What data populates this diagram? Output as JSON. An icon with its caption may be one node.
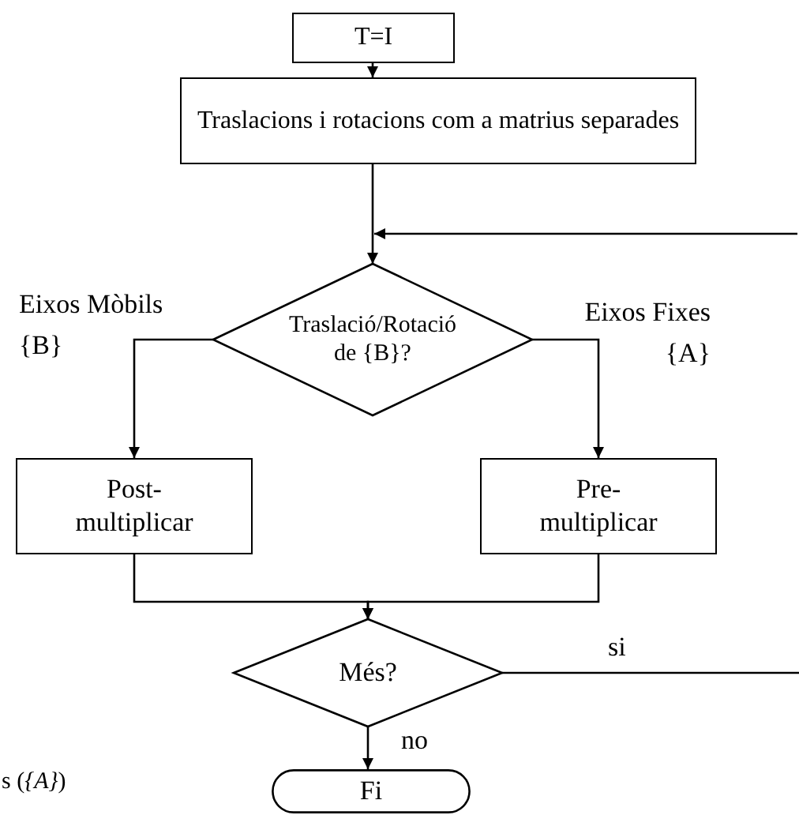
{
  "diagram": {
    "nodes": [
      {
        "text": [
          "T=I"
        ]
      },
      {
        "text": [
          "Traslacions i rotacions com a matrius separades"
        ]
      },
      {
        "text": [
          "Traslació/Rotació de {B}?"
        ]
      },
      {
        "text": [
          "Post- multiplicar"
        ]
      },
      {
        "text": [
          "Pre- multiplicar"
        ]
      },
      {
        "text": [
          "Més?"
        ]
      },
      {
        "text": [
          "Fi"
        ]
      }
    ],
    "edges": [
      {
        "from": 0,
        "to": 1,
        "arrow": "to"
      },
      {
        "from": 1,
        "to": 2,
        "arrow": "to"
      },
      {
        "from": null,
        "to": 2,
        "arrow": "to"
      },
      {
        "from": 2,
        "to": 3,
        "arrow": "to",
        "label": "Eixos Mòbils {B}"
      },
      {
        "from": 2,
        "to": 4,
        "arrow": "to",
        "label": "Eixos Fixes {A}"
      },
      {
        "from": 3,
        "to": 5,
        "arrow": "to"
      },
      {
        "from": 4,
        "to": 5,
        "arrow": "to"
      },
      {
        "from": 5,
        "to": null,
        "arrow": "none",
        "label": "si"
      },
      {
        "from": 5,
        "to": 6,
        "arrow": "to",
        "label": "no"
      }
    ],
    "labels": [
      "s (*{A}*)"
    ]
  }
}
